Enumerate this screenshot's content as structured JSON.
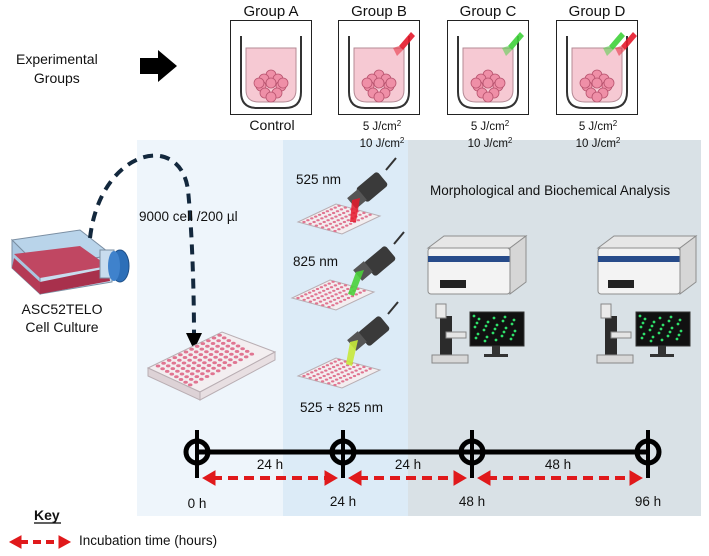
{
  "header": {
    "experimental_groups_label": "Experimental\nGroups"
  },
  "groups": [
    {
      "name": "Group A",
      "condition": "Control",
      "doses": []
    },
    {
      "name": "Group B",
      "condition": "",
      "doses": [
        "5 J/cm",
        "10 J/cm"
      ],
      "laser": "red"
    },
    {
      "name": "Group C",
      "condition": "",
      "doses": [
        "5 J/cm",
        "10 J/cm"
      ],
      "laser": "green"
    },
    {
      "name": "Group D",
      "condition": "",
      "doses": [
        "5 J/cm",
        "10 J/cm"
      ],
      "laser": "red+green"
    }
  ],
  "culture": {
    "label_line1": "ASC52TELO",
    "label_line2": "Cell Culture",
    "seeding": "9000 cell /200 µl"
  },
  "irradiation": {
    "wavelengths": [
      "525 nm",
      "825 nm",
      "525 + 825 nm"
    ]
  },
  "analysis": {
    "title": "Morphological and Biochemical Analysis"
  },
  "timeline": {
    "timepoints": [
      "0 h",
      "24 h",
      "48 h",
      "96 h"
    ],
    "intervals": [
      "24 h",
      "24 h",
      "48 h"
    ]
  },
  "key": {
    "title": "Key",
    "incubation": "Incubation time (hours)"
  },
  "colors": {
    "panel_light_blue": "#eef5fb",
    "panel_blue": "#dcebf7",
    "panel_grey": "#d9e1e6",
    "incubation_red": "#e0191b",
    "well_pink": "#e8a3b5",
    "flask_red": "#b53a55",
    "flask_cap": "#2d6fb8"
  }
}
